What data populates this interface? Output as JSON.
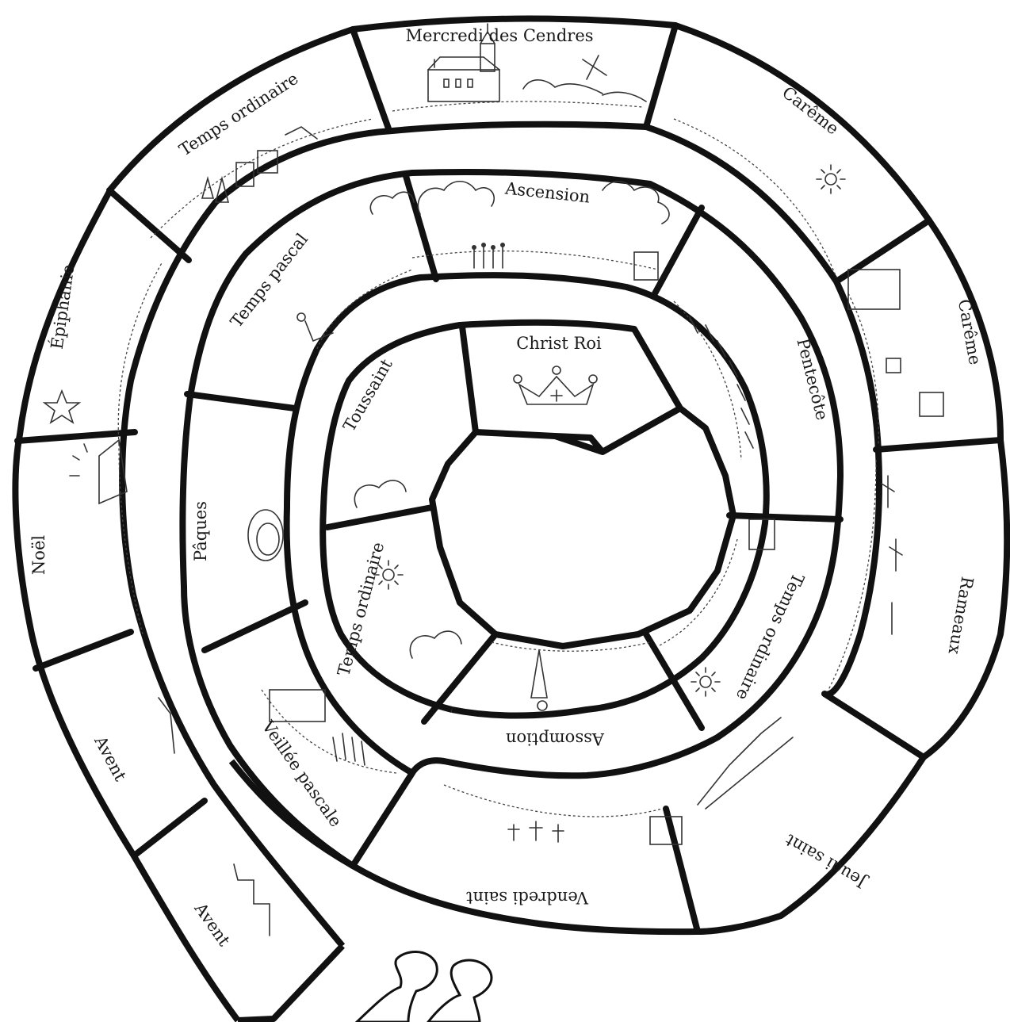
{
  "diagram": {
    "segments": [
      {
        "id": "avent-1",
        "label": "Avent",
        "ring": "outer"
      },
      {
        "id": "avent-2",
        "label": "Avent",
        "ring": "outer"
      },
      {
        "id": "noel",
        "label": "Noël",
        "ring": "outer"
      },
      {
        "id": "epiphanie",
        "label": "Épiphanie",
        "ring": "outer"
      },
      {
        "id": "temps-ordinaire-1",
        "label": "Temps ordinaire",
        "ring": "outer"
      },
      {
        "id": "mercredi-des-cendres",
        "label": "Mercredi des Cendres",
        "ring": "outer"
      },
      {
        "id": "careme-1",
        "label": "Carême",
        "ring": "outer"
      },
      {
        "id": "careme-2",
        "label": "Carême",
        "ring": "outer"
      },
      {
        "id": "rameaux",
        "label": "Rameaux",
        "ring": "outer"
      },
      {
        "id": "jeudi-saint",
        "label": "Jeudi saint",
        "ring": "outer"
      },
      {
        "id": "vendredi-saint",
        "label": "Vendredi saint",
        "ring": "outer"
      },
      {
        "id": "veillee-pascale",
        "label": "Veillée pascale",
        "ring": "middle"
      },
      {
        "id": "paques",
        "label": "Pâques",
        "ring": "middle"
      },
      {
        "id": "temps-pascal",
        "label": "Temps pascal",
        "ring": "middle"
      },
      {
        "id": "ascension",
        "label": "Ascension",
        "ring": "middle"
      },
      {
        "id": "pentecote",
        "label": "Pentecôte",
        "ring": "middle"
      },
      {
        "id": "temps-ordinaire-2",
        "label": "Temps ordinaire",
        "ring": "middle"
      },
      {
        "id": "assomption",
        "label": "Assomption",
        "ring": "inner"
      },
      {
        "id": "temps-ordinaire-3",
        "label": "Temps ordinaire",
        "ring": "inner"
      },
      {
        "id": "toussaint",
        "label": "Toussaint",
        "ring": "inner"
      },
      {
        "id": "christ-roi",
        "label": "Christ Roi",
        "ring": "inner"
      }
    ],
    "icons": [
      {
        "name": "star-icon",
        "segment": "epiphanie"
      },
      {
        "name": "church-icon",
        "segment": "mercredi-des-cendres"
      },
      {
        "name": "crown-icon",
        "segment": "christ-roi"
      },
      {
        "name": "sun-icon",
        "segment": "careme-1"
      },
      {
        "name": "sun-icon",
        "segment": "temps-ordinaire-2"
      },
      {
        "name": "sun-icon",
        "segment": "temps-ordinaire-3"
      },
      {
        "name": "crosses-icon",
        "segment": "vendredi-saint"
      },
      {
        "name": "children-icon",
        "segment": "start"
      }
    ]
  }
}
